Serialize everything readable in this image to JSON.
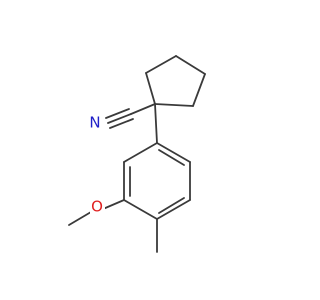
{
  "molecule": {
    "atoms": [
      {
        "id": "N",
        "label": "N",
        "color": "#2020c8"
      },
      {
        "id": "O",
        "label": "O",
        "color": "#e02020"
      }
    ]
  },
  "colors": {
    "bond": "#3a3a3a",
    "background": "#ffffff"
  }
}
